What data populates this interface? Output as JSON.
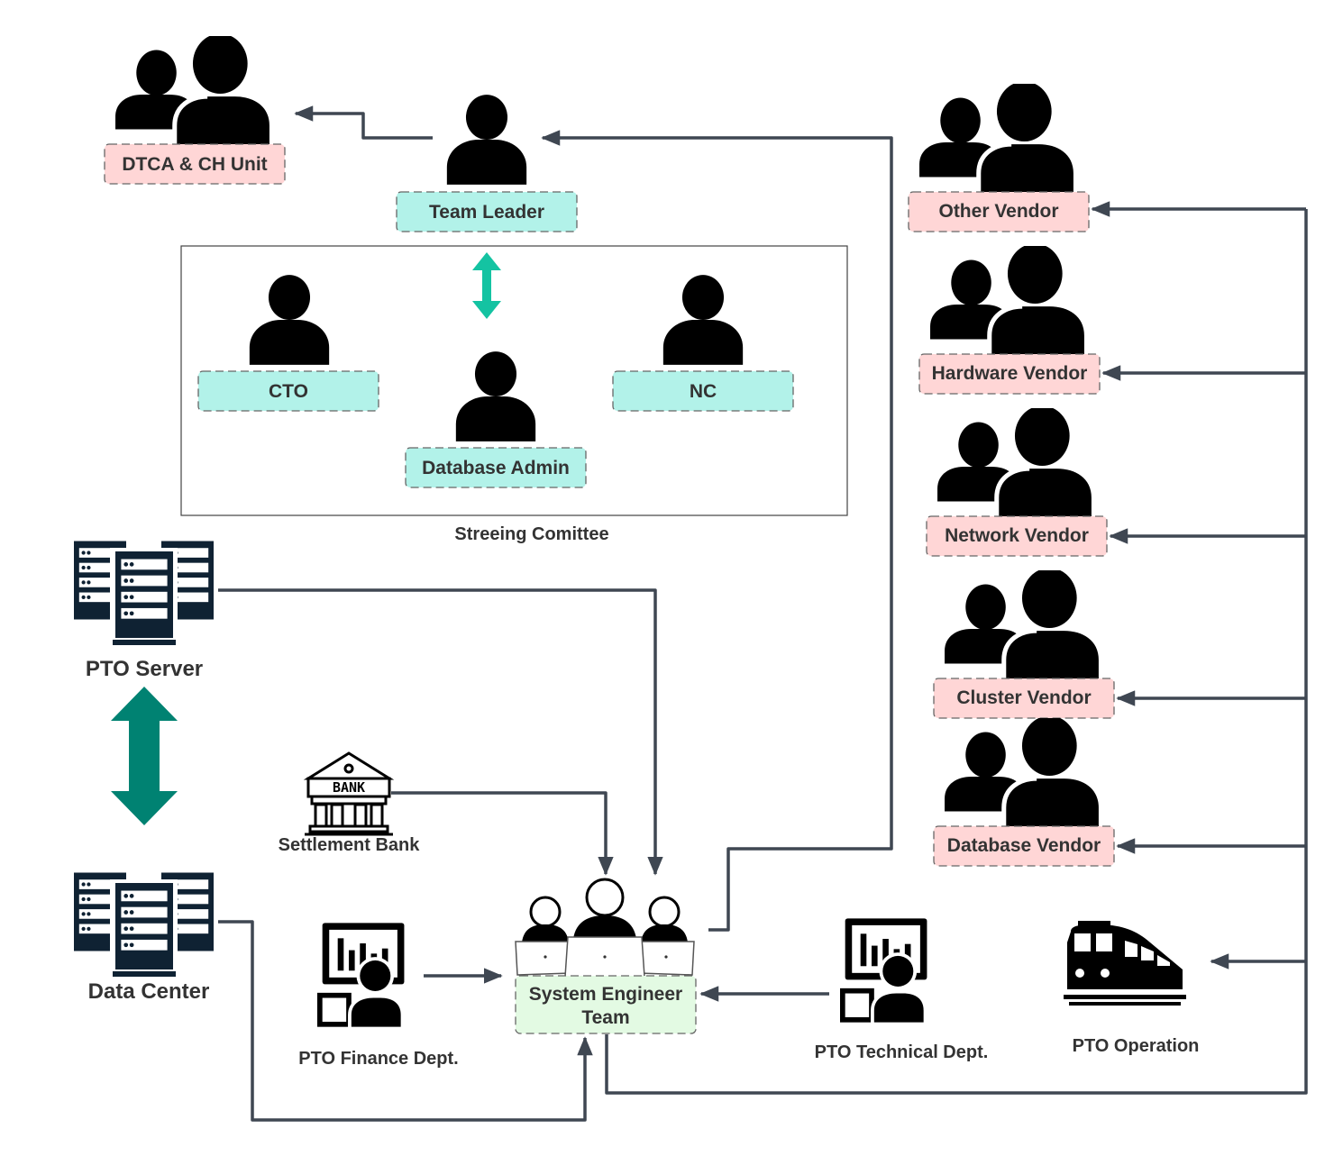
{
  "nodes": {
    "dtca": "DTCA & CH Unit",
    "team_leader": "Team Leader",
    "cto": "CTO",
    "nc": "NC",
    "db_admin": "Database Admin",
    "committee": "Streeing Comittee",
    "pto_server": "PTO Server",
    "data_center": "Data Center",
    "settlement_bank": "Settlement Bank",
    "bank_sign": "BANK",
    "finance": "PTO Finance Dept.",
    "se_line1": "System Engineer",
    "se_line2": "Team",
    "technical": "PTO Technical Dept.",
    "operation": "PTO Operation",
    "other_vendor": "Other Vendor",
    "hardware_vendor": "Hardware Vendor",
    "network_vendor": "Network Vendor",
    "cluster_vendor": "Cluster Vendor",
    "database_vendor": "Database Vendor"
  },
  "colors": {
    "connector": "#3f4752",
    "teal_tag": "#b2f2e9",
    "pink_tag": "#ffd6d6",
    "green_tag": "#e3fae3",
    "teal_arrow": "#14c3a2",
    "dark_teal_arrow": "#008272",
    "server_navy": "#0f2233"
  },
  "icons": [
    "group-icon",
    "person-icon",
    "server-icon",
    "bank-icon",
    "dashboard-user-icon",
    "team-laptops-icon",
    "train-icon"
  ]
}
